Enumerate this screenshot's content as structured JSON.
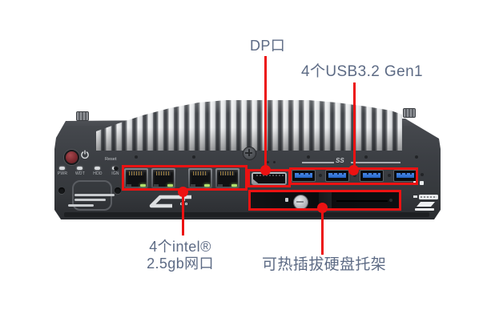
{
  "annotations": {
    "dp_label": "DP口",
    "usb_label": "4个USB3.2 Gen1",
    "lan_label_line1": "4个intel®",
    "lan_label_line2": "2.5gb网口",
    "tray_label": "可热插拔硬盘托架",
    "text_color": "#5d6b85",
    "callout_color": "#ec1212"
  },
  "device": {
    "description": "fanless embedded computer front panel",
    "led_labels": [
      "PWR",
      "WDT",
      "HDD",
      "IGN"
    ],
    "reset_label": "Reset",
    "usb_logo": "SS",
    "port_counts": {
      "lan": 4,
      "usb": 4,
      "displayport": 1,
      "hot_swap_tray": 1
    },
    "colors": {
      "chassis": "#3b3e43",
      "heatsink_fin": "#eff1f2",
      "usb_tongue": "#2e6fd4",
      "lan_led": "#a8d96b",
      "power_button": "#7c2a30"
    }
  }
}
